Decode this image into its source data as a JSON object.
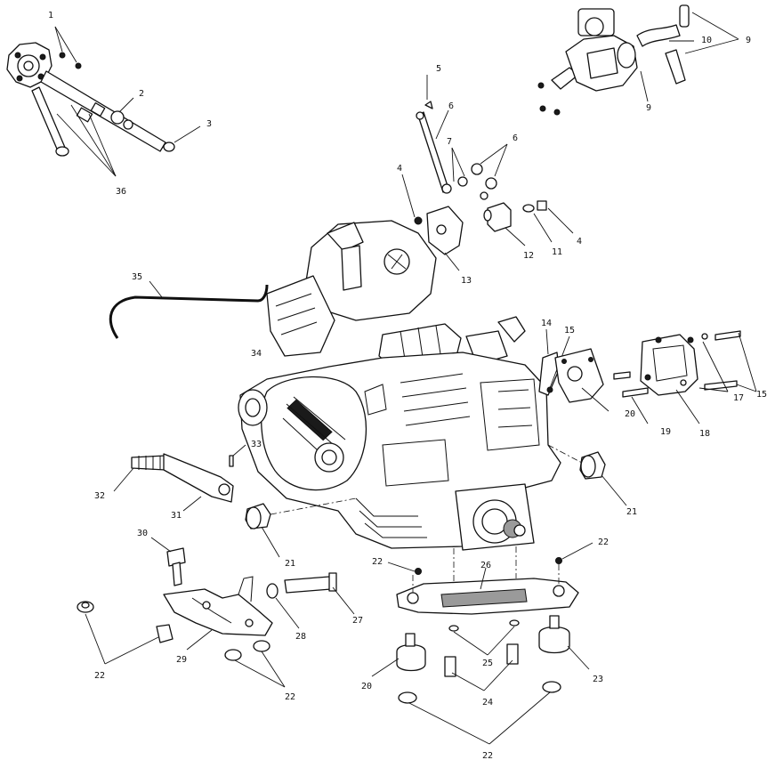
{
  "callouts": [
    {
      "id": "c1",
      "text": "1"
    },
    {
      "id": "c2",
      "text": "2"
    },
    {
      "id": "c3",
      "text": "3"
    },
    {
      "id": "c36",
      "text": "36"
    },
    {
      "id": "c5",
      "text": "5"
    },
    {
      "id": "c6a",
      "text": "6"
    },
    {
      "id": "c7",
      "text": "7"
    },
    {
      "id": "c6b",
      "text": "6"
    },
    {
      "id": "c4a",
      "text": "4"
    },
    {
      "id": "c12",
      "text": "12"
    },
    {
      "id": "c11",
      "text": "11"
    },
    {
      "id": "c4b",
      "text": "4"
    },
    {
      "id": "c13",
      "text": "13"
    },
    {
      "id": "c10",
      "text": "10"
    },
    {
      "id": "c9a",
      "text": "9"
    },
    {
      "id": "c9b",
      "text": "9"
    },
    {
      "id": "c35",
      "text": "35"
    },
    {
      "id": "c34",
      "text": "34"
    },
    {
      "id": "c14",
      "text": "14"
    },
    {
      "id": "c15a",
      "text": "15"
    },
    {
      "id": "c20a",
      "text": "20"
    },
    {
      "id": "c19",
      "text": "19"
    },
    {
      "id": "c18",
      "text": "18"
    },
    {
      "id": "c17",
      "text": "17"
    },
    {
      "id": "c15b",
      "text": "15"
    },
    {
      "id": "c33",
      "text": "33"
    },
    {
      "id": "c32",
      "text": "32"
    },
    {
      "id": "c31",
      "text": "31"
    },
    {
      "id": "c21a",
      "text": "21"
    },
    {
      "id": "c21b",
      "text": "21"
    },
    {
      "id": "c30",
      "text": "30"
    },
    {
      "id": "c22a",
      "text": "22"
    },
    {
      "id": "c22b",
      "text": "22"
    },
    {
      "id": "c26",
      "text": "26"
    },
    {
      "id": "c27",
      "text": "27"
    },
    {
      "id": "c28",
      "text": "28"
    },
    {
      "id": "c29",
      "text": "29"
    },
    {
      "id": "c22c",
      "text": "22"
    },
    {
      "id": "c22d",
      "text": "22"
    },
    {
      "id": "c25",
      "text": "25"
    },
    {
      "id": "c20b",
      "text": "20"
    },
    {
      "id": "c24",
      "text": "24"
    },
    {
      "id": "c23",
      "text": "23"
    },
    {
      "id": "c22e",
      "text": "22"
    }
  ]
}
